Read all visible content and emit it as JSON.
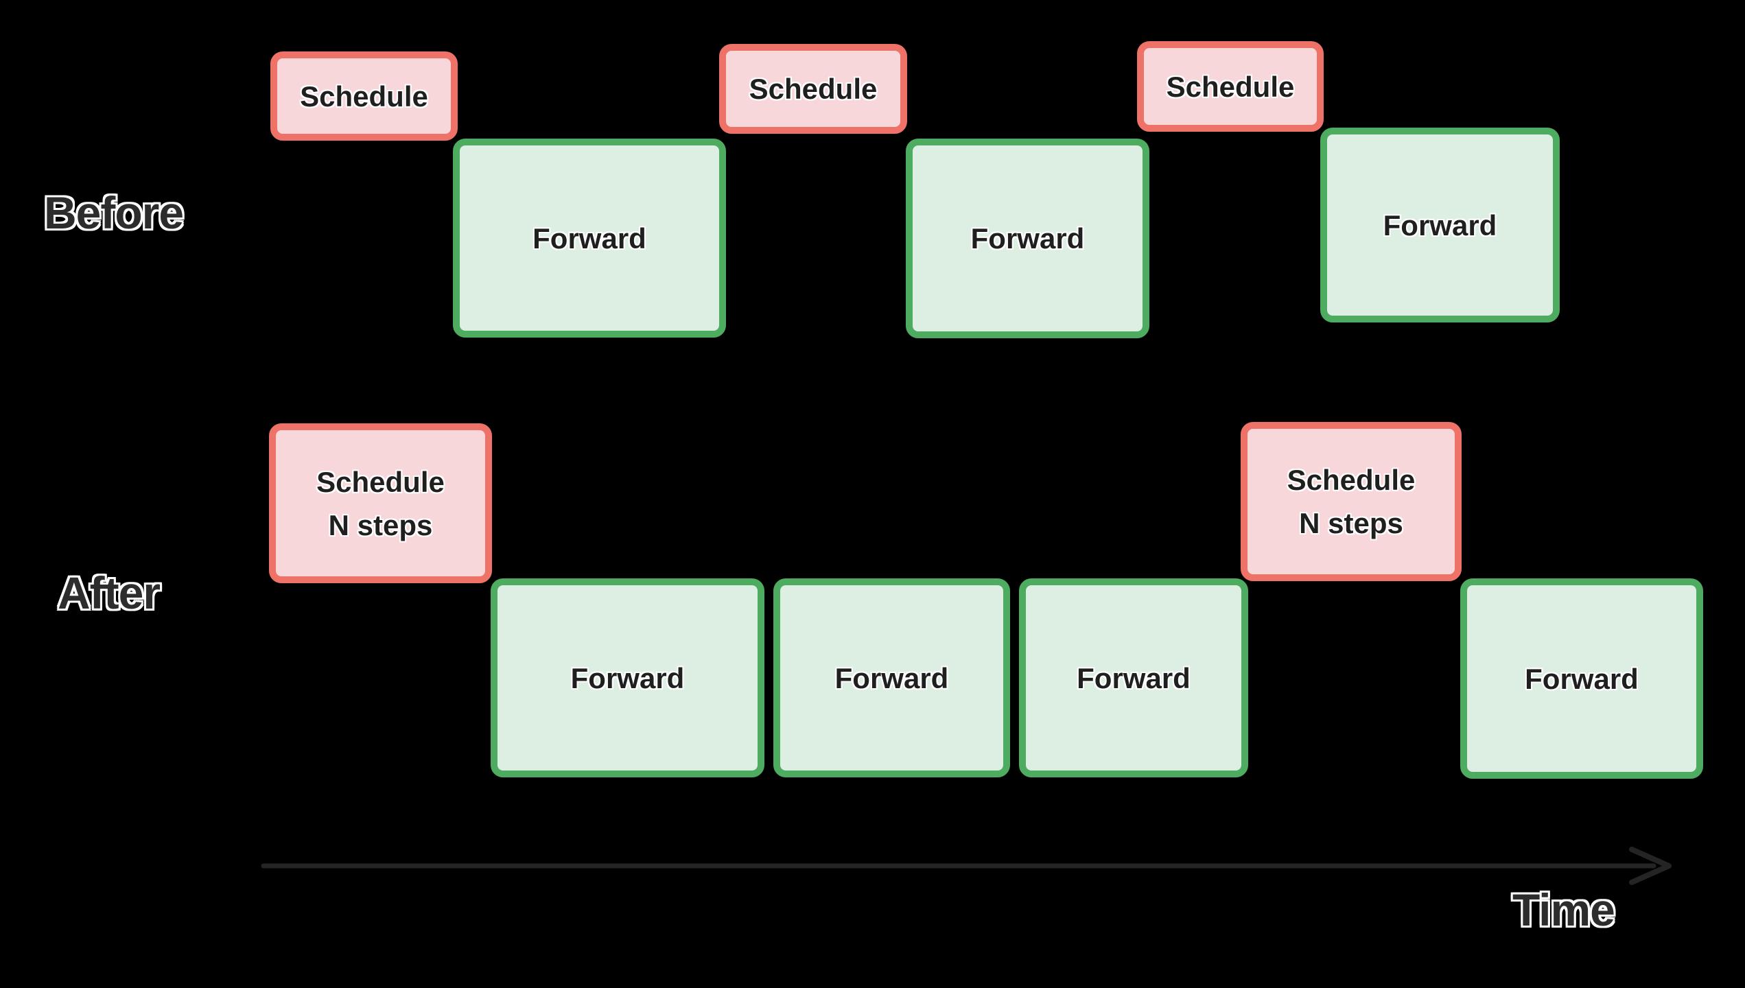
{
  "colors": {
    "background": "#000000",
    "schedule_fill": "#f8d7da",
    "schedule_border": "#ee7268",
    "forward_fill": "#ddeee3",
    "forward_border": "#4dac5f",
    "box_text": "#1f1f1f",
    "outline_text_fill": "#2d2d2d",
    "outline_text_stroke": "#ffffff",
    "axis_arrow": "#242424"
  },
  "diagram": {
    "before": {
      "label": "Before",
      "boxes": [
        {
          "type": "schedule",
          "lines": [
            "Schedule"
          ]
        },
        {
          "type": "forward",
          "lines": [
            "Forward"
          ]
        },
        {
          "type": "schedule",
          "lines": [
            "Schedule"
          ]
        },
        {
          "type": "forward",
          "lines": [
            "Forward"
          ]
        },
        {
          "type": "schedule",
          "lines": [
            "Schedule"
          ]
        },
        {
          "type": "forward",
          "lines": [
            "Forward"
          ]
        }
      ]
    },
    "after": {
      "label": "After",
      "boxes": [
        {
          "type": "schedule",
          "lines": [
            "Schedule",
            "N steps"
          ]
        },
        {
          "type": "forward",
          "lines": [
            "Forward"
          ]
        },
        {
          "type": "forward",
          "lines": [
            "Forward"
          ]
        },
        {
          "type": "forward",
          "lines": [
            "Forward"
          ]
        },
        {
          "type": "schedule",
          "lines": [
            "Schedule",
            "N steps"
          ]
        },
        {
          "type": "forward",
          "lines": [
            "Forward"
          ]
        }
      ]
    },
    "axis": {
      "label": "Time"
    }
  }
}
